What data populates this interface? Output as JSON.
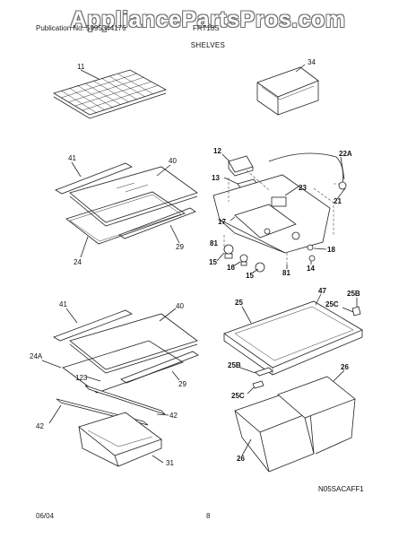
{
  "watermark": "AppliancePartsPros.com",
  "header": {
    "left": "Publication No. 5995344176",
    "right": "FRT18S",
    "title": "SHELVES"
  },
  "callouts": {
    "p11": "11",
    "p34": "34",
    "p41a": "41",
    "p40a": "40",
    "p29a": "29",
    "p24": "24",
    "p12": "12",
    "p22A": "22A",
    "p13": "13",
    "p23": "23",
    "p21": "21",
    "p17": "17",
    "p81a": "81",
    "p18": "18",
    "p15a": "15",
    "p16": "16",
    "p15b": "15",
    "p81b": "81",
    "p14": "14",
    "p41b": "41",
    "p40b": "40",
    "p24A": "24A",
    "p123": "123",
    "p29b": "29",
    "p42a": "42",
    "p42b": "42",
    "p31": "31",
    "p47": "47",
    "p25": "25",
    "p25B": "25B",
    "p25C": "25C",
    "p25Bb": "25B",
    "p25Cb": "25C",
    "p26a": "26",
    "p26b": "26"
  },
  "diagram_code": "N05SACAFF1",
  "footer": {
    "date": "06/04",
    "page": "8"
  }
}
